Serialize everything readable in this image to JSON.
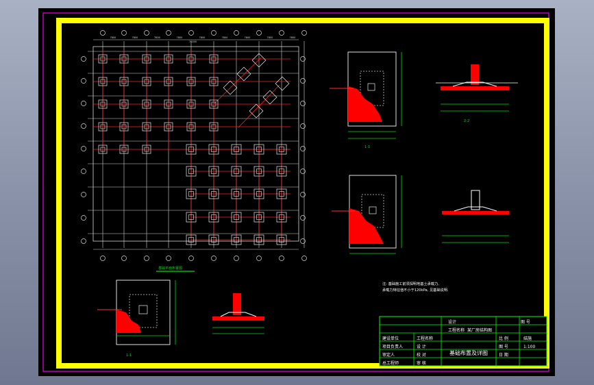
{
  "colors": {
    "background": "#000000",
    "frame_outer": "#c000c0",
    "frame_inner": "#ffff00",
    "grid": "#d8d8d8",
    "beam": "#ff2020",
    "footing": "#f0f0f0",
    "dim": "#00e000",
    "hatch": "#ff0000",
    "title_text": "#ffffff"
  },
  "plan": {
    "title": "基础平面布置图",
    "col_dims": [
      "7800",
      "7800",
      "7800",
      "7800",
      "7800",
      "7800",
      "7800",
      "7800",
      "7800"
    ],
    "overall_dim": "70200"
  },
  "sections": {
    "s1_label": "1-1",
    "s2_label": "2-2",
    "s3_label": "1-1"
  },
  "notes": {
    "line1": "注: 基础施工前须探明地基土承载力,",
    "line2": "承载力特征值不小于120kPa, 见基础说明."
  },
  "title_block": {
    "company": "设计",
    "project_label": "工程名称",
    "project_name": "某厂房结构图",
    "owner_label": "建设单位",
    "owner": "工程名称",
    "drawing_label": "图 号",
    "drawing_no": "结施",
    "r_design": "设 计",
    "r_check": "校 对",
    "r_approve": "审 核",
    "r_project_lead": "项目负责人",
    "r_reviewer": "审定人",
    "r_chief": "总工程师",
    "drawing_title": "基础布置及详图",
    "r_scale_label": "比 例",
    "r_scale": "1:100",
    "r_sheet_label": "图 号",
    "r_date_label": "日 期"
  }
}
